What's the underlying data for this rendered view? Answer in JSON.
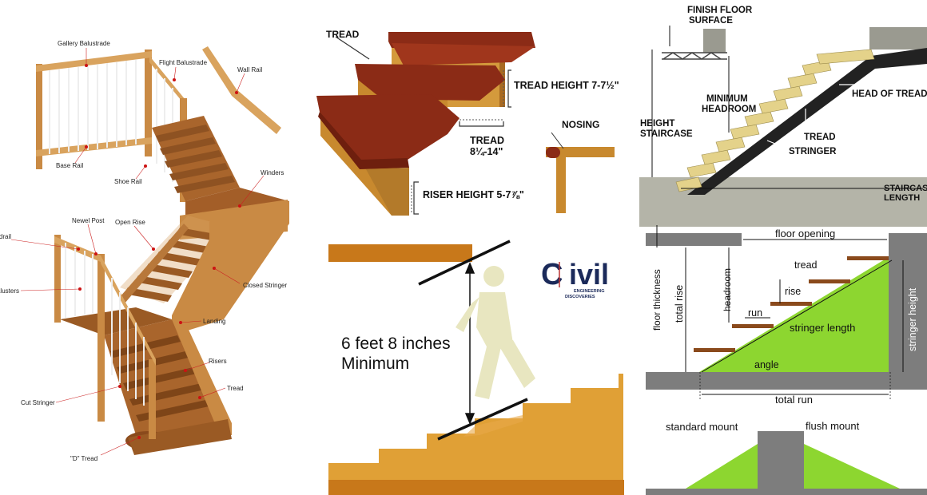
{
  "panel1": {
    "labels": {
      "gallery_balustrade": "Gallery Balustrade",
      "flight_balustrade": "Flight Balustrade",
      "wall_rail": "Wall Rail",
      "base_rail": "Base Rail",
      "shoe_rail": "Shoe Rail",
      "winders": "Winders",
      "newel_post": "Newel Post",
      "open_rise": "Open Rise",
      "handrail": "Handrail",
      "closed_stringer": "Closed Stringer",
      "balusters": "Balusters",
      "landing": "Landing",
      "risers": "Risers",
      "tread": "Tread",
      "cut_stringer": "Cut Stringer",
      "d_tread": "\"D\" Tread"
    },
    "colors": {
      "wood_light": "#d9a35e",
      "wood_mid": "#b87a3a",
      "wood_dark": "#8a5320",
      "dot": "#cc1111"
    }
  },
  "panel2": {
    "tread_label": "TREAD",
    "tread_height": "TREAD HEIGHT 7-7½\"",
    "tread_depth_line1": "TREAD",
    "tread_depth_line2": "8¼-14\"",
    "nosing": "NOSING",
    "riser_height": "RISER HEIGHT 5-7⅞\"",
    "colors": {
      "tread": "#8b2b16",
      "riser": "#c8892e"
    }
  },
  "panel3": {
    "headroom_line1": "6 feet 8 inches",
    "headroom_line2": "Minimum",
    "logo_word": "ivil",
    "logo_letter": "C",
    "logo_sub1": "ENGINEERING",
    "logo_sub2": "DISCOVERIES",
    "colors": {
      "stairs": "#e0a036",
      "beam": "#c8781a",
      "person": "#e8e6c0",
      "logo": "#1b2a5a"
    }
  },
  "panel4": {
    "finish_floor_line1": "FINISH FLOOR",
    "finish_floor_line2": "SURFACE",
    "min_headroom_line1": "MINIMUM",
    "min_headroom_line2": "HEADROOM",
    "height_staircase_line1": "HEIGHT",
    "height_staircase_line2": "STAIRCASE",
    "head_of_tread": "HEAD OF TREAD",
    "tread": "TREAD",
    "stringer": "STRINGER",
    "staircase_length_line1": "STAIRCASE",
    "staircase_length_line2": "LENGTH"
  },
  "panel5": {
    "floor_opening": "floor opening",
    "tread": "tread",
    "rise": "rise",
    "run": "run",
    "headroom": "headroom",
    "total_rise": "total rise",
    "floor_thickness": "floor thickness",
    "stringer_length": "stringer length",
    "stringer_height": "stringer height",
    "angle": "angle",
    "total_run": "total run",
    "colors": {
      "green": "#8dd630",
      "gray": "#7d7d7d",
      "brown": "#8a4a1c"
    }
  },
  "panel6": {
    "standard_mount": "standard mount",
    "flush_mount": "flush mount"
  }
}
